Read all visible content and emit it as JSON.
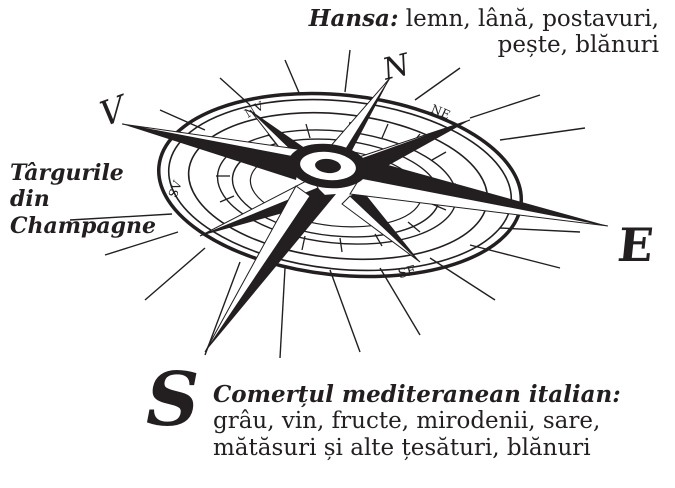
{
  "colors": {
    "ink": "#231f20",
    "background": "#ffffff"
  },
  "compass": {
    "letters": {
      "north": "N",
      "west": "V",
      "east": "E",
      "south": "S"
    },
    "ring_labels": {
      "northwest": "NV",
      "northeast": "NE",
      "southwest": "SV",
      "southeast": "SE"
    }
  },
  "hansa": {
    "title": "Hansa:",
    "line1": "lemn, lână, postavuri,",
    "line2": "pește, blănuri"
  },
  "champagne": {
    "line1": "Târgurile",
    "line2": "din",
    "line3": "Champagne"
  },
  "mediterranean": {
    "title": "Comerțul mediteranean italian:",
    "line1": "grâu, vin, fructe, mirodenii, sare,",
    "line2": "mătăsuri și alte țesături, blănuri"
  }
}
